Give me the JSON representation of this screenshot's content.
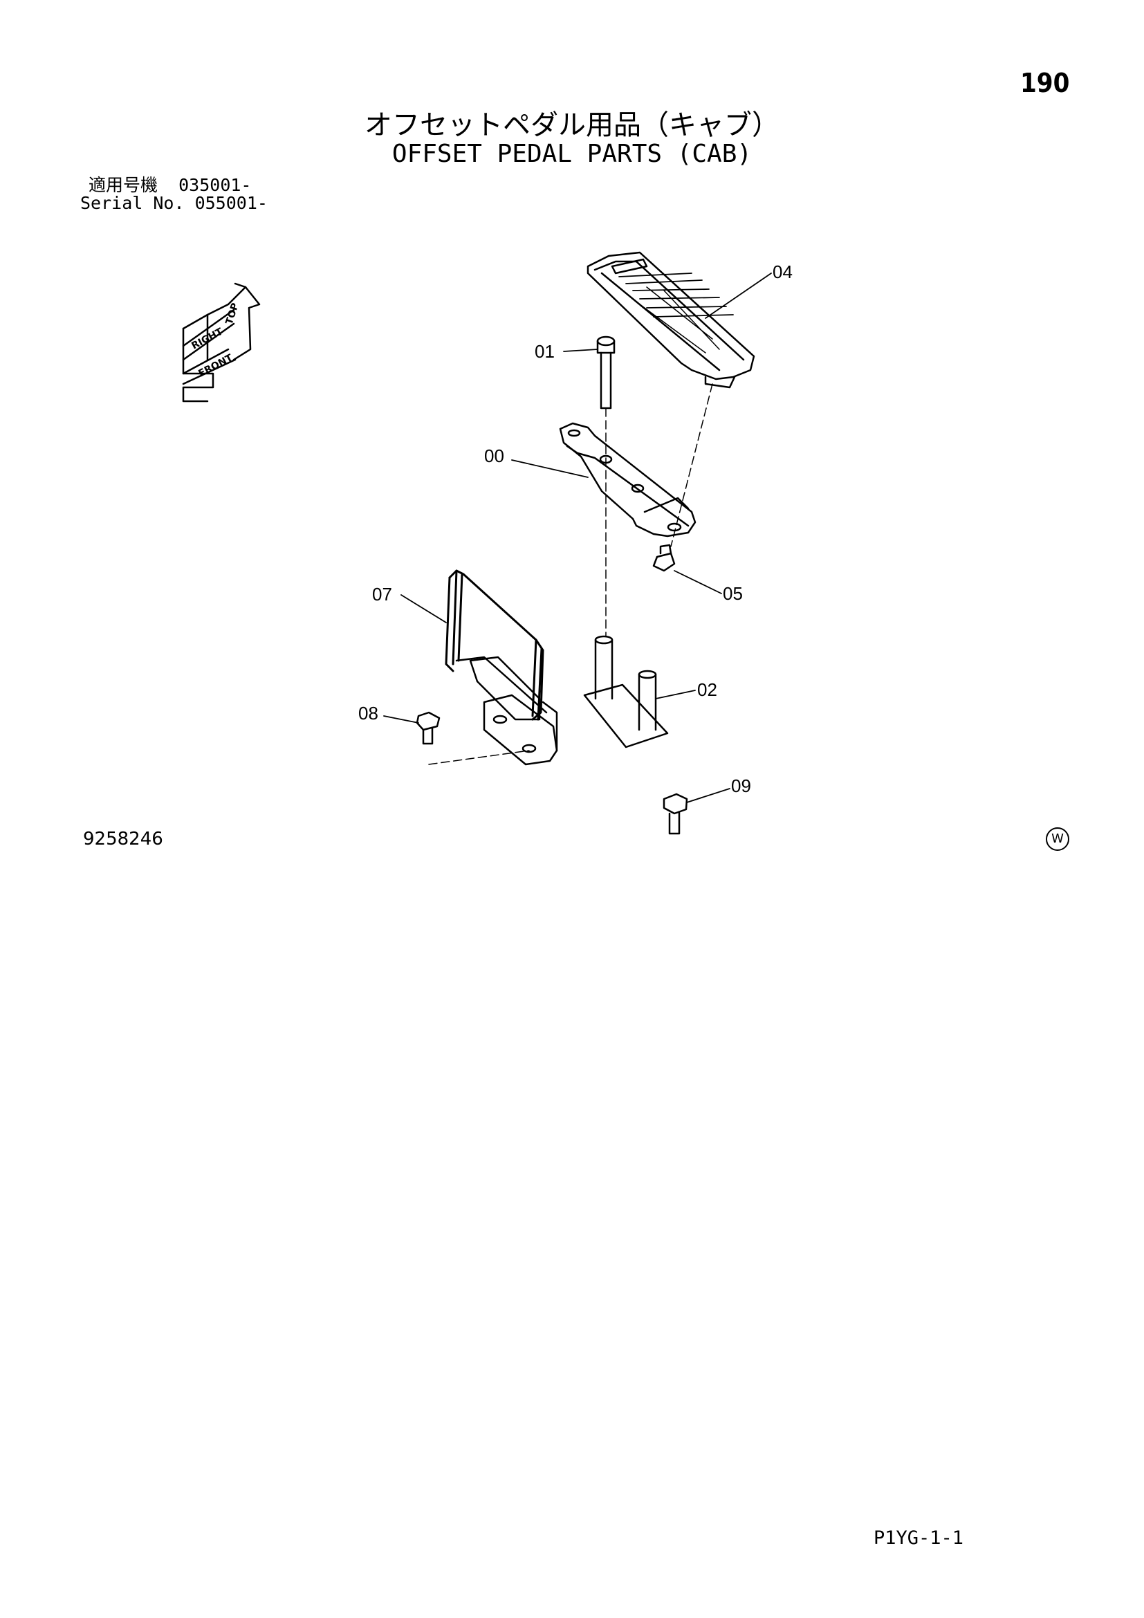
{
  "page_number": "190",
  "title_jp": "オフセットペダル用品（キャブ）",
  "title_en": "OFFSET PEDAL PARTS (CAB)",
  "serial": {
    "label_jp": "適用号機",
    "value_jp": "035001-",
    "label_en": "Serial No.",
    "value_en": "055001-"
  },
  "orientation": [
    "TOP",
    "RIGHT",
    "FRONT"
  ],
  "parts": {
    "p00": "00",
    "p01": "01",
    "p02": "02",
    "p04": "04",
    "p05": "05",
    "p07": "07",
    "p08": "08",
    "p09": "09"
  },
  "drawing_number": "9258246",
  "w_mark": "W",
  "ref_code": "P1YG-1-1"
}
